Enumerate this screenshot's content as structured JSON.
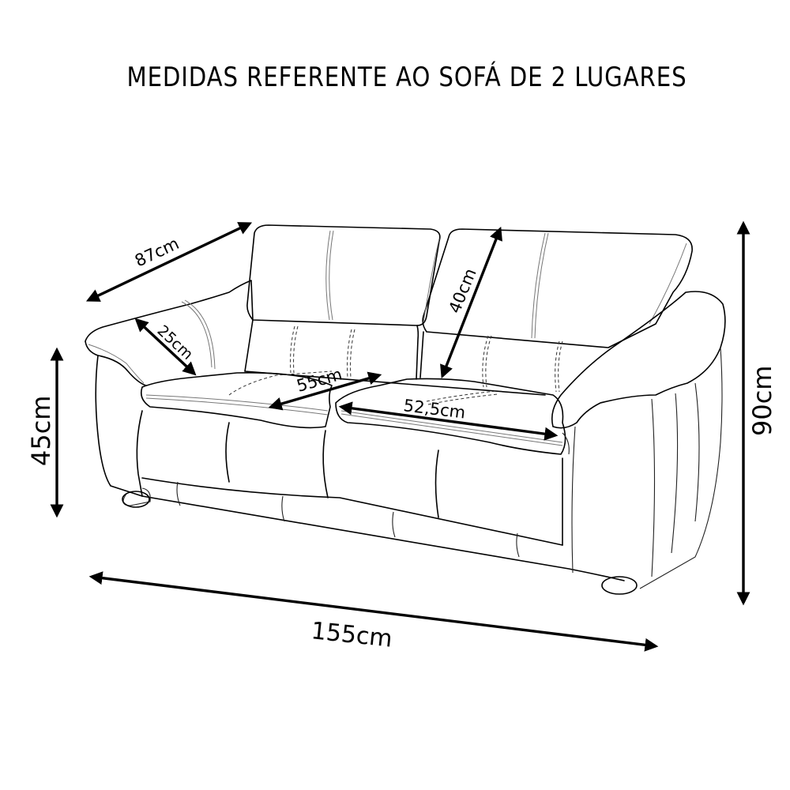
{
  "title": "MEDIDAS REFERENTE AO SOFÁ DE 2 LUGARES",
  "product": "Sofá de 2 lugares",
  "dimensions": {
    "total_width": {
      "label": "155cm",
      "value": 155,
      "unit": "cm",
      "meaning": "largura total"
    },
    "total_height": {
      "label": "90cm",
      "value": 90,
      "unit": "cm",
      "meaning": "altura total"
    },
    "seat_height": {
      "label": "45cm",
      "value": 45,
      "unit": "cm",
      "meaning": "altura do assento"
    },
    "depth": {
      "label": "87cm",
      "value": 87,
      "unit": "cm",
      "meaning": "profundidade"
    },
    "arm_width": {
      "label": "25cm",
      "value": 25,
      "unit": "cm",
      "meaning": "largura do braço"
    },
    "seat_depth": {
      "label": "55cm",
      "value": 55,
      "unit": "cm",
      "meaning": "profundidade do assento"
    },
    "seat_width": {
      "label": "52,5cm",
      "value": 52.5,
      "unit": "cm",
      "meaning": "largura do assento"
    },
    "backrest_height": {
      "label": "40cm",
      "value": 40,
      "unit": "cm",
      "meaning": "altura do encosto"
    }
  },
  "colors": {
    "line": "#000000",
    "background": "#ffffff"
  }
}
